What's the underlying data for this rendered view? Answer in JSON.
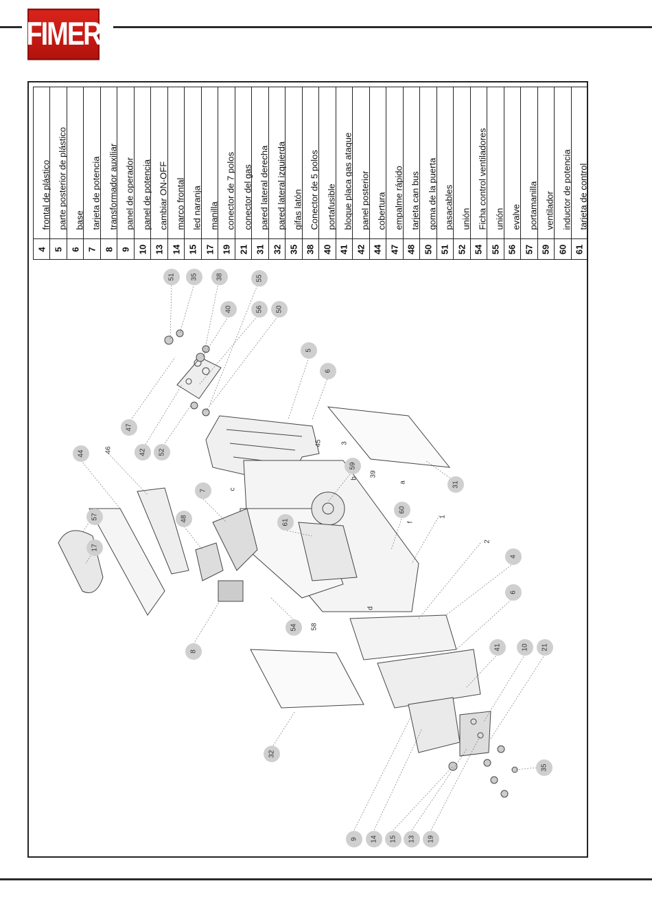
{
  "brand": {
    "logo_text": "FIMER"
  },
  "legend": [
    {
      "num": "4",
      "label": "frontal de plástico"
    },
    {
      "num": "5",
      "label": "parte posterior de plástico"
    },
    {
      "num": "6",
      "label": "base"
    },
    {
      "num": "7",
      "label": "tarjeta de potencia"
    },
    {
      "num": "8",
      "label": "transformador auxiliar"
    },
    {
      "num": "9",
      "label": "panel de operador"
    },
    {
      "num": "10",
      "label": "panel de potencia"
    },
    {
      "num": "13",
      "label": "cambiar ON-OFF"
    },
    {
      "num": "14",
      "label": "marco frontal"
    },
    {
      "num": "15",
      "label": "led naranja"
    },
    {
      "num": "17",
      "label": "manilla"
    },
    {
      "num": "19",
      "label": "conector de 7 polos"
    },
    {
      "num": "21",
      "label": "conector del gas"
    },
    {
      "num": "31",
      "label": "pared lateral derecha"
    },
    {
      "num": "32",
      "label": "pared lateral izquierda"
    },
    {
      "num": "35",
      "label": "gifas latón"
    },
    {
      "num": "38",
      "label": "Conector de 5 polos"
    },
    {
      "num": "40",
      "label": "portafusible"
    },
    {
      "num": "41",
      "label": "bloque placa gas ataque"
    },
    {
      "num": "42",
      "label": "panel posterior"
    },
    {
      "num": "44",
      "label": "cobertura"
    },
    {
      "num": "47",
      "label": "empalme rápido"
    },
    {
      "num": "48",
      "label": "tarjeta can bus"
    },
    {
      "num": "50",
      "label": "goma de la puerta"
    },
    {
      "num": "51",
      "label": "pasacables"
    },
    {
      "num": "52",
      "label": "unión"
    },
    {
      "num": "54",
      "label": "Ficha control ventiladores"
    },
    {
      "num": "55",
      "label": "unión"
    },
    {
      "num": "56",
      "label": "evalve"
    },
    {
      "num": "57",
      "label": "portamanilla"
    },
    {
      "num": "59",
      "label": "ventilador"
    },
    {
      "num": "60",
      "label": "inductor de potencia"
    },
    {
      "num": "61",
      "label": "tarjeta de control"
    }
  ],
  "callouts": [
    {
      "label": "51"
    },
    {
      "label": "35"
    },
    {
      "label": "38"
    },
    {
      "label": "55"
    },
    {
      "label": "40"
    },
    {
      "label": "56"
    },
    {
      "label": "50"
    },
    {
      "label": "5"
    },
    {
      "label": "6"
    },
    {
      "label": "47"
    },
    {
      "label": "42"
    },
    {
      "label": "52"
    },
    {
      "label": "44"
    },
    {
      "label": "57"
    },
    {
      "label": "17"
    },
    {
      "label": "7"
    },
    {
      "label": "48"
    },
    {
      "label": "61"
    },
    {
      "label": "59"
    },
    {
      "label": "60"
    },
    {
      "label": "31"
    },
    {
      "label": "54"
    },
    {
      "label": "8"
    },
    {
      "label": "4"
    },
    {
      "label": "6"
    },
    {
      "label": "41"
    },
    {
      "label": "10"
    },
    {
      "label": "21"
    },
    {
      "label": "32"
    },
    {
      "label": "35"
    },
    {
      "label": "9"
    },
    {
      "label": "14"
    },
    {
      "label": "15"
    },
    {
      "label": "13"
    },
    {
      "label": "19"
    }
  ],
  "plain_labels": [
    {
      "label": "46"
    },
    {
      "label": "45"
    },
    {
      "label": "3"
    },
    {
      "label": "39"
    },
    {
      "label": "a"
    },
    {
      "label": "b"
    },
    {
      "label": "c"
    },
    {
      "label": "f"
    },
    {
      "label": "1"
    },
    {
      "label": "2"
    },
    {
      "label": "d"
    },
    {
      "label": "58"
    }
  ]
}
